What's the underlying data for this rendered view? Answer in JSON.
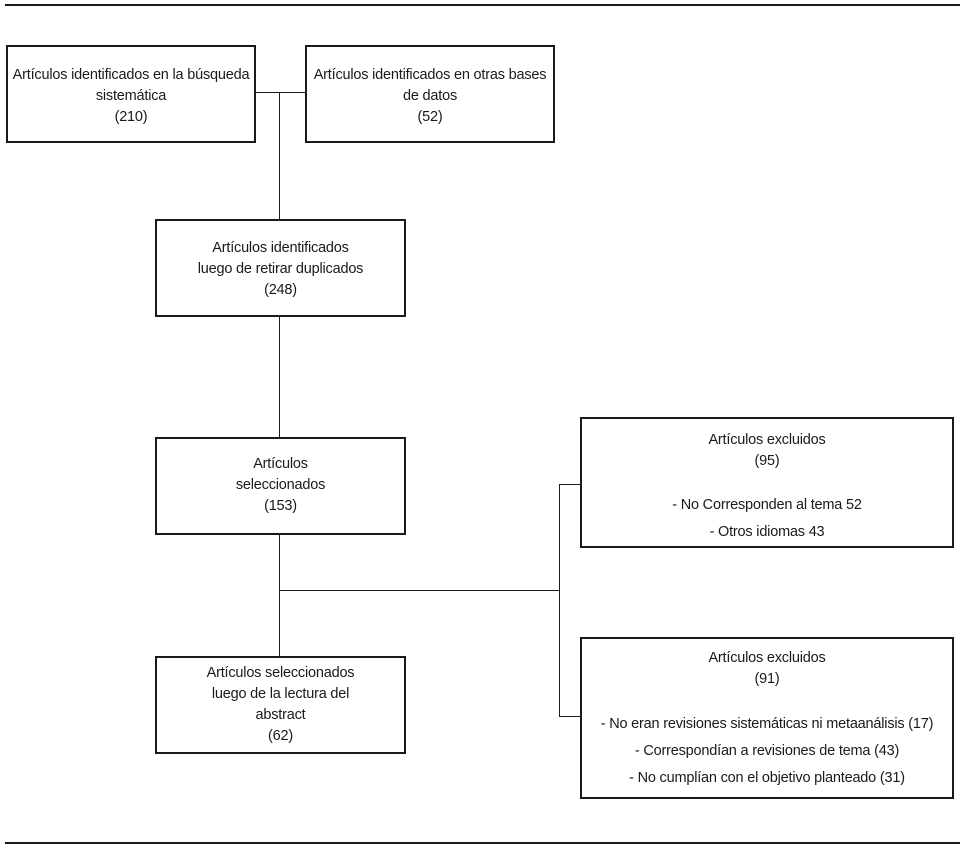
{
  "boxes": {
    "search": {
      "lines": [
        "Artículos identificados en la búsqueda",
        "sistemática",
        "(210)"
      ]
    },
    "other_db": {
      "lines": [
        "Artículos identificados en otras bases",
        "de datos",
        "(52)"
      ]
    },
    "dedup": {
      "lines": [
        "Artículos identificados",
        "luego de retirar duplicados",
        "(248)"
      ]
    },
    "selected": {
      "lines": [
        "Artículos",
        "seleccionados",
        "(153)"
      ]
    },
    "after_abstract": {
      "lines": [
        "Artículos seleccionados",
        "luego de la lectura del",
        "abstract",
        "(62)"
      ]
    },
    "excluded_1": {
      "title": "Artículos excluidos",
      "count": "(95)",
      "reasons": [
        "- No Corresponden al tema 52",
        "- Otros idiomas 43"
      ]
    },
    "excluded_2": {
      "title": "Artículos excluidos",
      "count": "(91)",
      "reasons": [
        "- No eran revisiones sistemáticas ni metaanálisis (17)",
        "- Correspondían a revisiones de tema (43)",
        "- No cumplían con el objetivo planteado (31)"
      ]
    }
  }
}
